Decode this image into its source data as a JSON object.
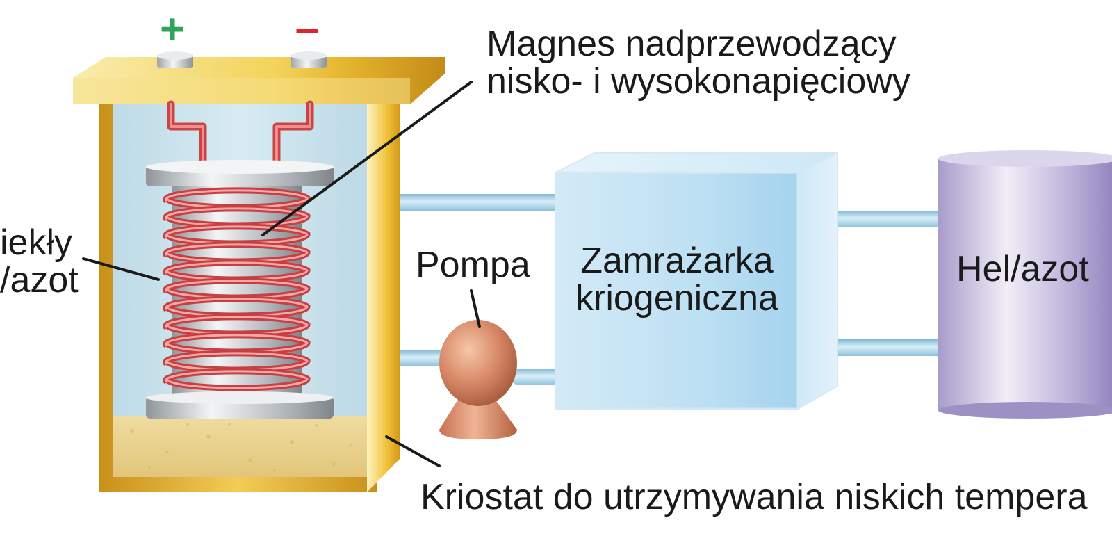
{
  "terminals": {
    "positive": "+",
    "negative": "−"
  },
  "labels": {
    "magnet_line1": "Magnes nadprzewodzący",
    "magnet_line2": "nisko- i wysokonapięciowy",
    "liquid_line1": "iekły",
    "liquid_line2": "/azot",
    "pump": "Pompa",
    "freezer_line1": "Zamrażarka",
    "freezer_line2": "kriogeniczna",
    "tank": "Hel/azot",
    "cryostat": "Kriostat do utrzymywania niskich tempera"
  },
  "colors": {
    "positive": "#2fa55a",
    "negative": "#d9252b",
    "coil": "#e8565a",
    "frame": "#d6a11c",
    "liquid": "#c9e3ee",
    "pipe": "#a9d4ea",
    "tank": "#b4a9d2",
    "pump": "#d2805f"
  }
}
